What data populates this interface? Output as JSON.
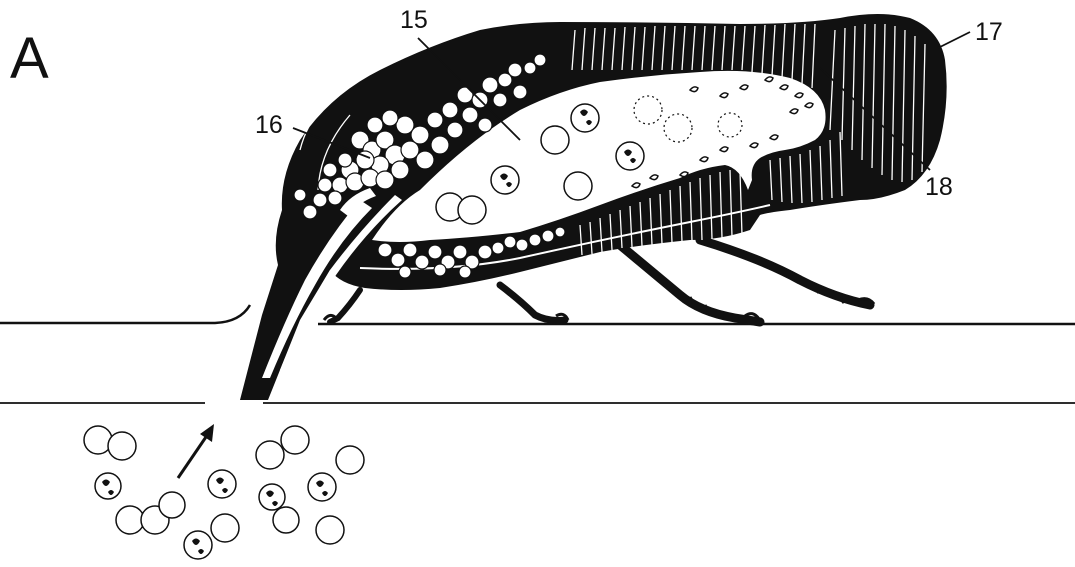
{
  "figure": {
    "panel_label": "A",
    "labels": {
      "l15": "15",
      "l16": "16",
      "l17": "17",
      "l18": "18"
    },
    "colors": {
      "ink": "#111111",
      "paper": "#ffffff"
    }
  }
}
